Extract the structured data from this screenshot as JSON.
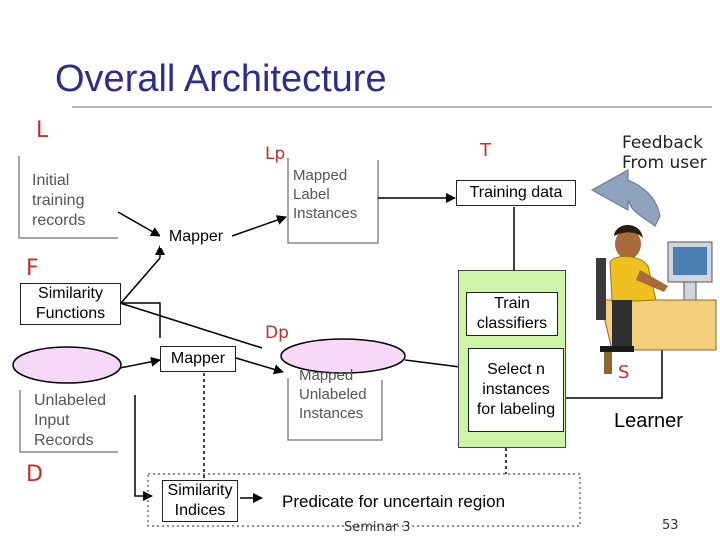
{
  "title": "Overall Architecture",
  "labels": {
    "L": "L",
    "Lp": "Lp",
    "T": "T",
    "F": "F",
    "Dp": "Dp",
    "D": "D",
    "S": "S",
    "feedback_line1": "Feedback",
    "feedback_line2": "From user",
    "learner": "Learner"
  },
  "documents": {
    "initial_training": [
      "Initial",
      "training",
      "records"
    ],
    "mapped_label": [
      "Mapped",
      "Label",
      "Instances"
    ],
    "unlabeled_input": [
      "Unlabeled",
      "Input",
      "Records"
    ],
    "mapped_unlabeled": [
      "Mapped",
      "Unlabeled",
      "Instances"
    ]
  },
  "boxes": {
    "training_data": "Training data",
    "mapper_top": "Mapper",
    "mapper_bottom": "Mapper",
    "similarity_functions": [
      "Similarity",
      "Functions"
    ],
    "train_classifiers": [
      "Train",
      "classifiers"
    ],
    "select_n": [
      "Select n",
      "instances",
      "for labeling"
    ],
    "similarity_indices": [
      "Similarity",
      "Indices"
    ],
    "predicate": "Predicate for uncertain region"
  },
  "footer": {
    "left": "Seminar 3",
    "page": "53"
  },
  "colors": {
    "title": "#2e2e8a",
    "label_red": "#c0302a",
    "green_panel": "#ccf5a8",
    "ellipse_fill": "#f6d8f8",
    "feedback_arrow": "#8fa2bd"
  }
}
